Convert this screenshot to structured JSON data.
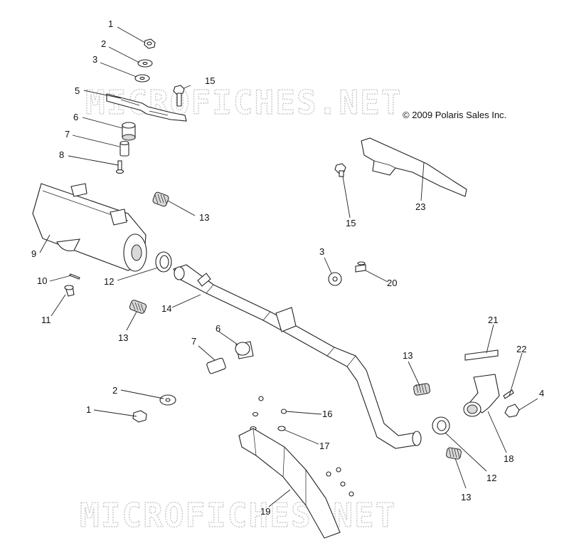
{
  "watermark": {
    "text": "MICROFICHES.NET"
  },
  "copyright": "© 2009 Polaris Sales Inc.",
  "callouts": [
    {
      "id": "c1a",
      "label": "1"
    },
    {
      "id": "c2a",
      "label": "2"
    },
    {
      "id": "c3a",
      "label": "3"
    },
    {
      "id": "c5",
      "label": "5"
    },
    {
      "id": "c15a",
      "label": "15"
    },
    {
      "id": "c6a",
      "label": "6"
    },
    {
      "id": "c7a",
      "label": "7"
    },
    {
      "id": "c8",
      "label": "8"
    },
    {
      "id": "c9",
      "label": "9"
    },
    {
      "id": "c13a",
      "label": "13"
    },
    {
      "id": "c10",
      "label": "10"
    },
    {
      "id": "c11",
      "label": "11"
    },
    {
      "id": "c12a",
      "label": "12"
    },
    {
      "id": "c14",
      "label": "14"
    },
    {
      "id": "c13b",
      "label": "13"
    },
    {
      "id": "c15b",
      "label": "15"
    },
    {
      "id": "c23",
      "label": "23"
    },
    {
      "id": "c3b",
      "label": "3"
    },
    {
      "id": "c20",
      "label": "20"
    },
    {
      "id": "c6b",
      "label": "6"
    },
    {
      "id": "c7b",
      "label": "7"
    },
    {
      "id": "c21",
      "label": "21"
    },
    {
      "id": "c22",
      "label": "22"
    },
    {
      "id": "c13c",
      "label": "13"
    },
    {
      "id": "c4",
      "label": "4"
    },
    {
      "id": "c2b",
      "label": "2"
    },
    {
      "id": "c1b",
      "label": "1"
    },
    {
      "id": "c16",
      "label": "16"
    },
    {
      "id": "c17",
      "label": "17"
    },
    {
      "id": "c18",
      "label": "18"
    },
    {
      "id": "c12b",
      "label": "12"
    },
    {
      "id": "c13d",
      "label": "13"
    },
    {
      "id": "c19",
      "label": "19"
    }
  ]
}
